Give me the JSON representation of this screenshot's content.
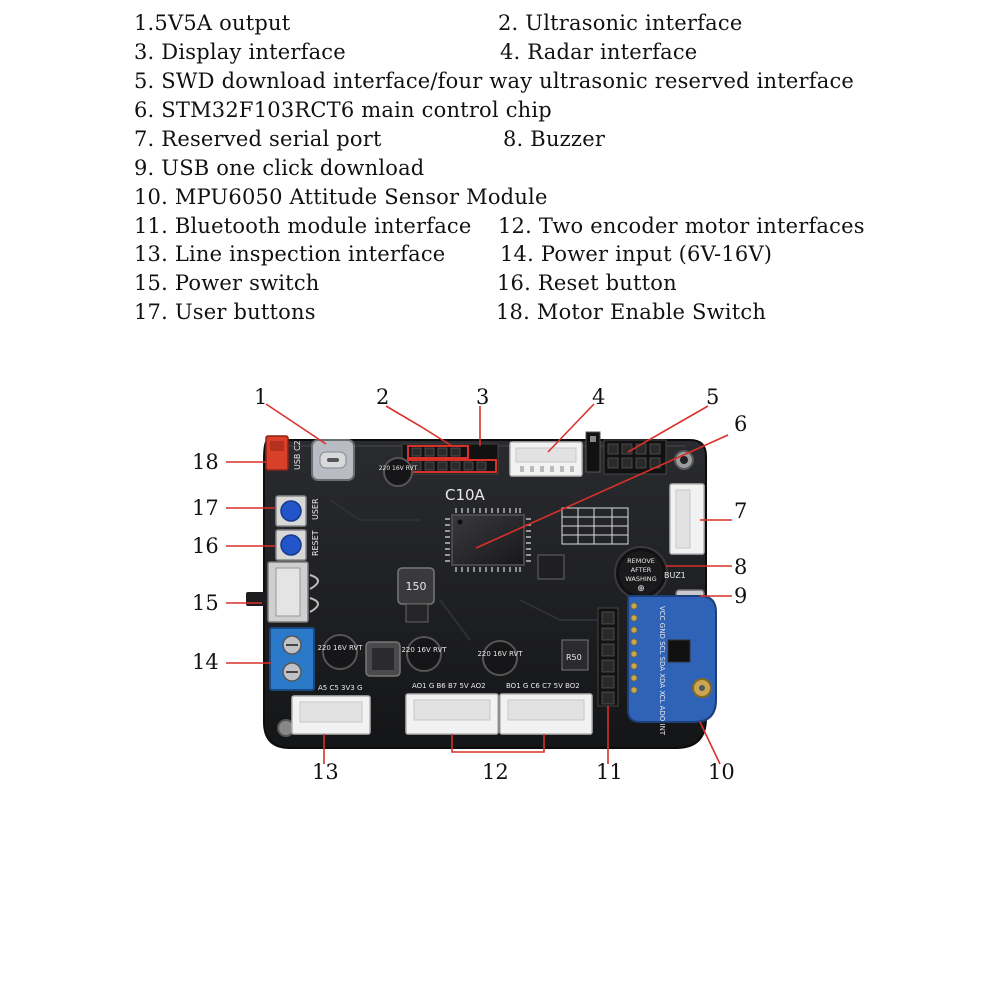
{
  "legend": [
    {
      "text": "1.5V5A output"
    },
    {
      "text": "2. Ultrasonic interface"
    },
    {
      "text": "3. Display interface"
    },
    {
      "text": "4. Radar interface"
    },
    {
      "text": "5. SWD download interface/four way ultrasonic reserved interface"
    },
    {
      "text": "6. STM32F103RCT6 main control chip"
    },
    {
      "text": "7. Reserved serial port"
    },
    {
      "text": "8. Buzzer"
    },
    {
      "text": "9. USB one click download"
    },
    {
      "text": "10. MPU6050 Attitude Sensor Module"
    },
    {
      "text": "11. Bluetooth module interface"
    },
    {
      "text": "12. Two encoder motor interfaces"
    },
    {
      "text": "13. Line inspection interface"
    },
    {
      "text": "14. Power input (6V-16V)"
    },
    {
      "text": "15. Power switch"
    },
    {
      "text": "16. Reset button"
    },
    {
      "text": "17. User buttons"
    },
    {
      "text": "18. Motor Enable Switch"
    }
  ],
  "callouts": {
    "c1": "1",
    "c2": "2",
    "c3": "3",
    "c4": "4",
    "c5": "5",
    "c6": "6",
    "c7": "7",
    "c8": "8",
    "c9": "9",
    "c10": "10",
    "c11": "11",
    "c12": "12",
    "c13": "13",
    "c14": "14",
    "c15": "15",
    "c16": "16",
    "c17": "17",
    "c18": "18"
  },
  "silkscreen": {
    "board_name": "C10A",
    "cap1": "220 16V RVT",
    "cap2": "220 16V RVT",
    "cap3": "220 16V RVT",
    "cap4": "220 16V RVT",
    "inductor": "150",
    "r50": "R50",
    "buzzer_top": "REMOVE",
    "buzzer_mid": "AFTER",
    "buzzer_bot": "WASHING",
    "buz": "BUZ1",
    "cn7_label": "A5 C5 3V3 G",
    "cn3_label": "AO1 G B6 B7 5V AO2",
    "cn_right_label": "BO1 G C6 C7 5V BO2",
    "mpu_pins": "VCC GND SCL SDA XDA XCL ADO INT",
    "usb": "USB C2",
    "user": "USER",
    "reset": "RESET"
  },
  "colors": {
    "pcb": "#1c1d20",
    "connector_white": "#f2f2f2",
    "terminal_blue": "#2b79c9",
    "mpu_blue": "#2f63b8",
    "switch_red": "#d9402a",
    "button_blue": "#2255c7"
  }
}
